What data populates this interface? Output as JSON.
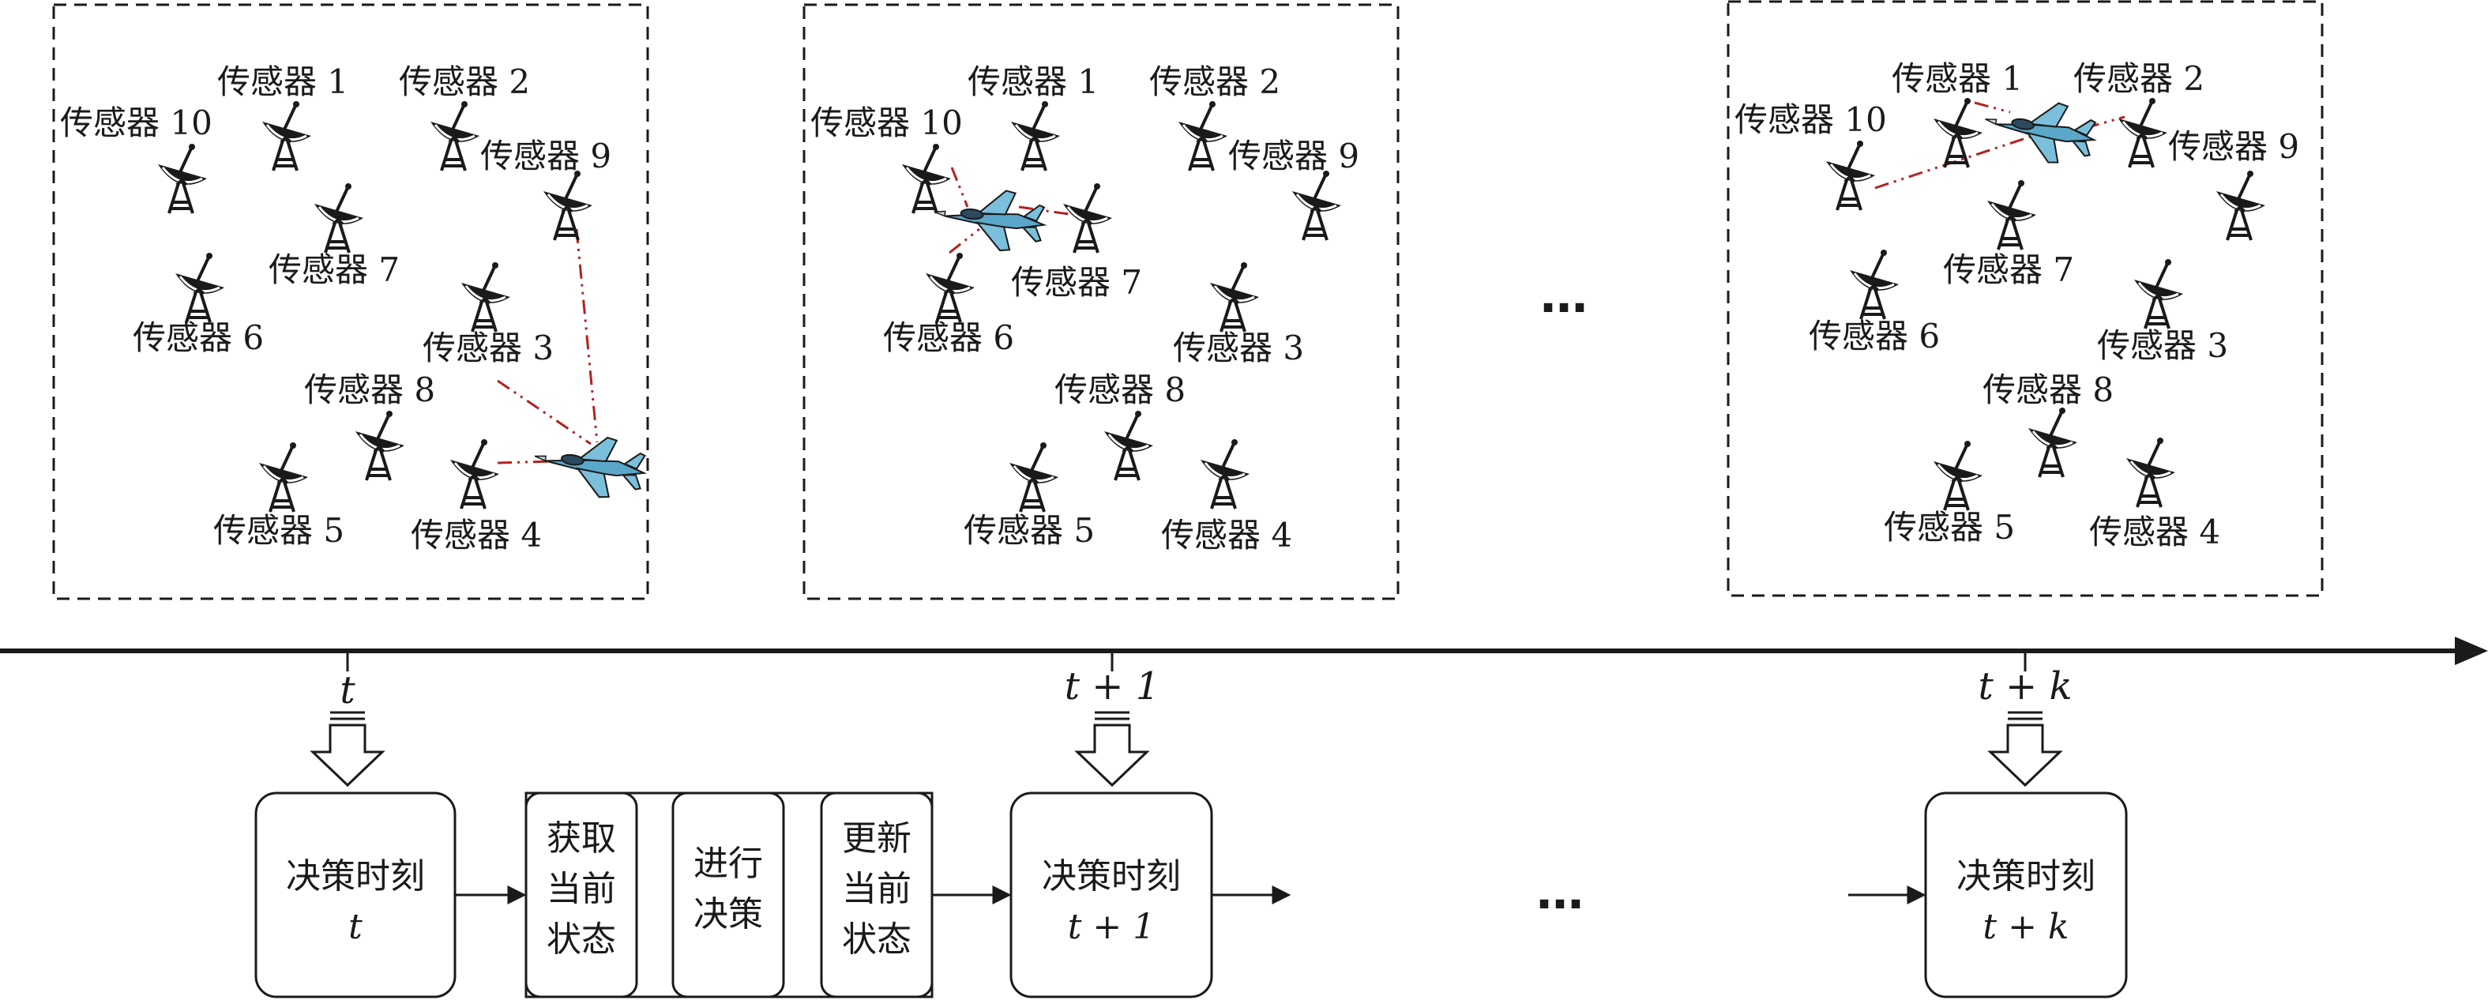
{
  "panels": [
    {
      "sensors": [
        {
          "label": "传感器 1"
        },
        {
          "label": "传感器 2"
        },
        {
          "label": "传感器 3"
        },
        {
          "label": "传感器 4"
        },
        {
          "label": "传感器 5"
        },
        {
          "label": "传感器 6"
        },
        {
          "label": "传感器 7"
        },
        {
          "label": "传感器 8"
        },
        {
          "label": "传感器 9"
        },
        {
          "label": "传感器 10"
        }
      ]
    },
    {
      "sensors": [
        {
          "label": "传感器 1"
        },
        {
          "label": "传感器 2"
        },
        {
          "label": "传感器 3"
        },
        {
          "label": "传感器 4"
        },
        {
          "label": "传感器 5"
        },
        {
          "label": "传感器 6"
        },
        {
          "label": "传感器 7"
        },
        {
          "label": "传感器 8"
        },
        {
          "label": "传感器 9"
        },
        {
          "label": "传感器 10"
        }
      ]
    },
    {
      "sensors": [
        {
          "label": "传感器 1"
        },
        {
          "label": "传感器 2"
        },
        {
          "label": "传感器 3"
        },
        {
          "label": "传感器 4"
        },
        {
          "label": "传感器 5"
        },
        {
          "label": "传感器 6"
        },
        {
          "label": "传感器 7"
        },
        {
          "label": "传感器 8"
        },
        {
          "label": "传感器 9"
        },
        {
          "label": "传感器 10"
        }
      ]
    }
  ],
  "ellipsis": "…",
  "timeline": {
    "ticks": [
      "t",
      "t + 1",
      "t + k"
    ]
  },
  "flow": {
    "decision_label": "决策时刻",
    "decision_times": [
      "t",
      "t + 1",
      "t + k"
    ],
    "steps": [
      [
        "获取",
        "当前",
        "状态"
      ],
      [
        "进行",
        "决策"
      ],
      [
        "更新",
        "当前",
        "状态"
      ]
    ]
  },
  "colors": {
    "link": "#b22222",
    "aircraft": "#5aa7c9",
    "ink": "#1a1a1a"
  }
}
